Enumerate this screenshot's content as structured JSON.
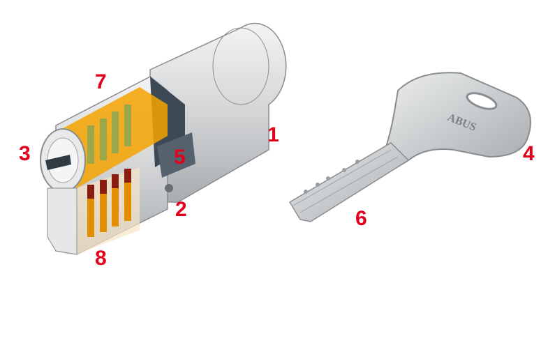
{
  "colors": {
    "label": "#e3001b",
    "metal": "#c9cbcd",
    "pins": "#f2a100",
    "springs": "#9aa84a",
    "cam": "#3d4a55"
  },
  "key_brand": "ABUS",
  "labels": [
    {
      "id": "1",
      "text": "1"
    },
    {
      "id": "2",
      "text": "2"
    },
    {
      "id": "3",
      "text": "3"
    },
    {
      "id": "4",
      "text": "4"
    },
    {
      "id": "5",
      "text": "5"
    },
    {
      "id": "6",
      "text": "6"
    },
    {
      "id": "7",
      "text": "7"
    },
    {
      "id": "8",
      "text": "8"
    }
  ]
}
